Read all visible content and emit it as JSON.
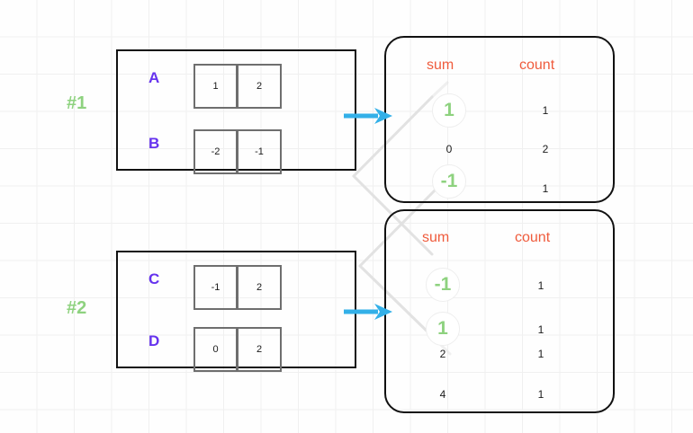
{
  "colors": {
    "grid": "#f0f0f0",
    "box_border": "#111111",
    "cell_border": "#6e6e6e",
    "row_label": "#6633ee",
    "group_tag": "#8ed27f",
    "header": "#ef5b3c",
    "circled_value": "#8ed27f",
    "arrow": "#33b0e8",
    "connector": "#e0e0e0"
  },
  "groups": [
    {
      "tag": "#1"
    },
    {
      "tag": "#2"
    }
  ],
  "inputs": [
    {
      "group": "#1",
      "rows": [
        {
          "label": "A",
          "cells": [
            "1",
            "2"
          ]
        },
        {
          "label": "B",
          "cells": [
            "-2",
            "-1"
          ]
        }
      ]
    },
    {
      "group": "#2",
      "rows": [
        {
          "label": "C",
          "cells": [
            "-1",
            "2"
          ]
        },
        {
          "label": "D",
          "cells": [
            "0",
            "2"
          ]
        }
      ]
    }
  ],
  "arrows": [
    {
      "name": "arrow-to-result-1"
    },
    {
      "name": "arrow-to-result-2"
    }
  ],
  "results": [
    {
      "headers": {
        "sum": "sum",
        "count": "count"
      },
      "rows": [
        {
          "sum": "1",
          "count": "1",
          "highlighted": true
        },
        {
          "sum": "0",
          "count": "2",
          "highlighted": false
        },
        {
          "sum": "-1",
          "count": "1",
          "highlighted": true
        }
      ]
    },
    {
      "headers": {
        "sum": "sum",
        "count": "count"
      },
      "rows": [
        {
          "sum": "-1",
          "count": "1",
          "highlighted": true
        },
        {
          "sum": "1",
          "count": "1",
          "highlighted": true
        },
        {
          "sum": "2",
          "count": "1",
          "highlighted": false
        },
        {
          "sum": "4",
          "count": "1",
          "highlighted": false
        }
      ]
    }
  ]
}
